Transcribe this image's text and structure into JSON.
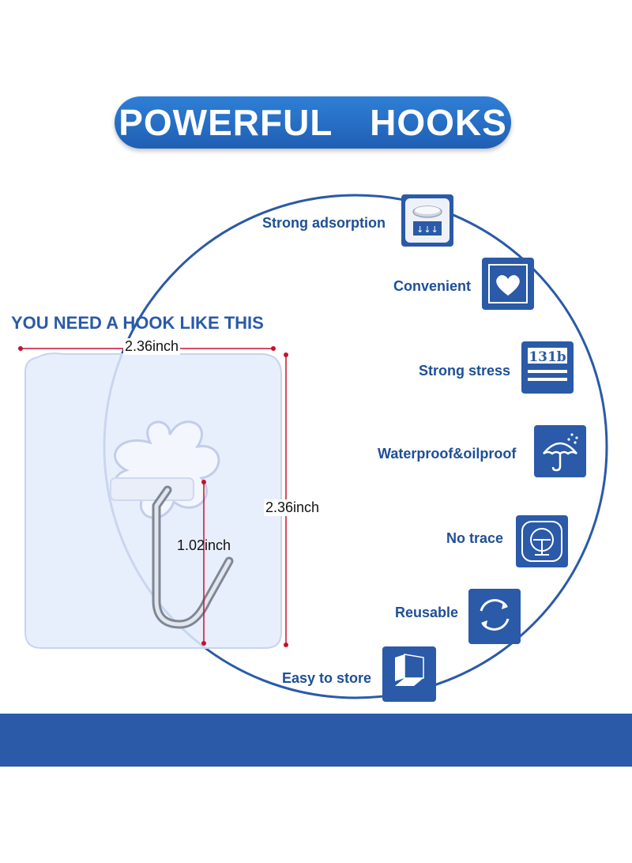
{
  "title": "POWERFUL  HOOKS",
  "headline": "YOU NEED A HOOK LIKE THIS",
  "dimensions": {
    "width": "2.36inch",
    "height": "2.36inch",
    "hook": "1.02inch"
  },
  "features": [
    {
      "label": "Strong adsorption",
      "icon": "suction-cup-icon"
    },
    {
      "label": "Convenient",
      "icon": "heart-icon"
    },
    {
      "label": "Strong stress",
      "icon": "weight-icon",
      "icon_text": "131b"
    },
    {
      "label": "Waterproof&oilproof",
      "icon": "umbrella-icon"
    },
    {
      "label": "No trace",
      "icon": "no-trace-icon"
    },
    {
      "label": "Reusable",
      "icon": "recycle-icon"
    },
    {
      "label": "Easy to store",
      "icon": "box-icon"
    }
  ],
  "colors": {
    "brand_blue": "#2a5aa8",
    "banner_blue": "#1f5fb4",
    "label_blue": "#1e4f96",
    "dimension_red": "#c8102e",
    "circle_stroke": "#2a5aa8"
  }
}
